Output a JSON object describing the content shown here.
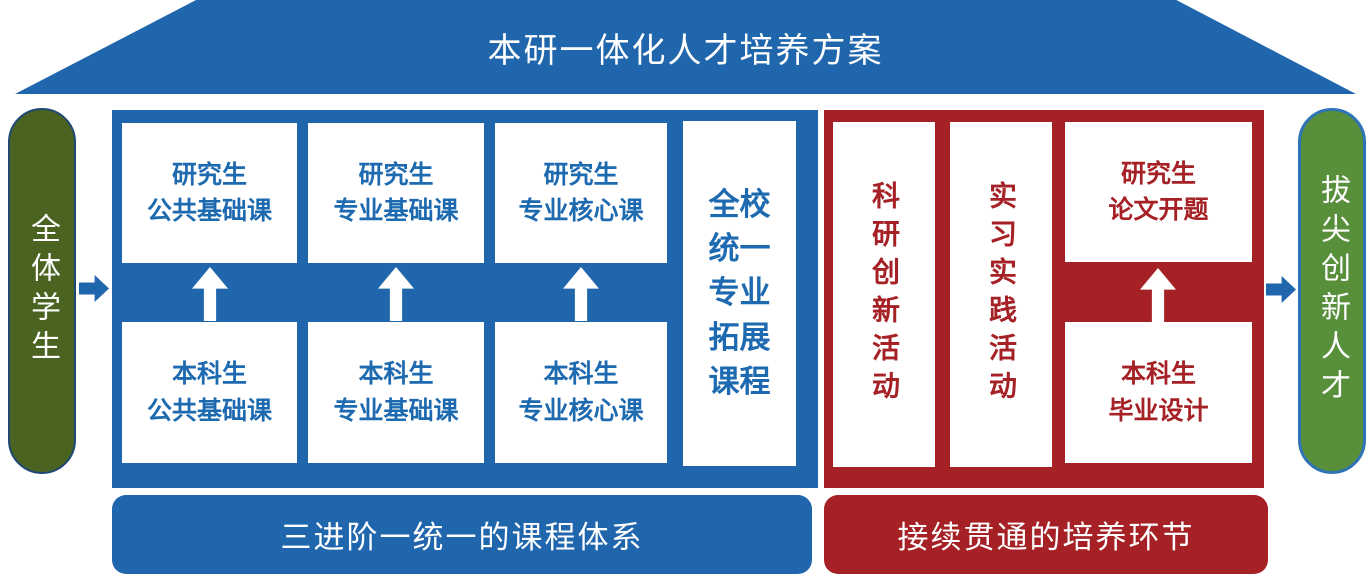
{
  "colors": {
    "blue": "#2066ad",
    "red": "#a52125",
    "green_dark": "#4a6320",
    "green_light": "#578f3b",
    "course_text_blue": "#1e6ab0",
    "white": "#ffffff"
  },
  "roof": {
    "title": "本研一体化人才培养方案"
  },
  "left_pill": {
    "label": "全体学生"
  },
  "right_pill": {
    "label": "拔尖创新人才"
  },
  "curriculum": {
    "grad": [
      "研究生\n公共基础课",
      "研究生\n专业基础课",
      "研究生\n专业核心课"
    ],
    "undergrad": [
      "本科生\n公共基础课",
      "本科生\n专业基础课",
      "本科生\n专业核心课"
    ],
    "extension": "全校统一专业拓展课程",
    "caption": "三进阶一统一的课程体系"
  },
  "training": {
    "activities": [
      "科研创新活动",
      "实习实践活动"
    ],
    "grad_thesis": "研究生\n论文开题",
    "undergrad_design": "本科生\n毕业设计",
    "caption": "接续贯通的培养环节"
  }
}
